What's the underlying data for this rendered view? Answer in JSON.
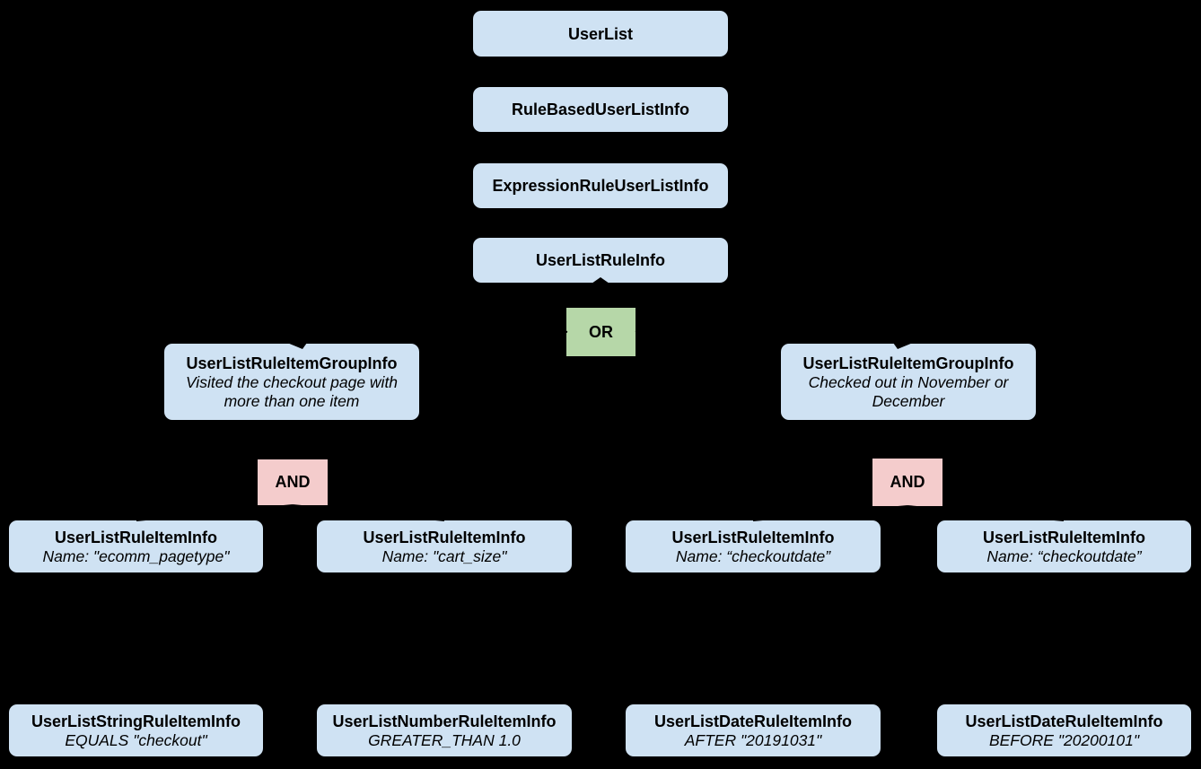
{
  "diagram": {
    "background_color": "#000000",
    "node_fill_color": "#cfe2f3",
    "or_fill_color": "#b6d7a8",
    "and_fill_color": "#f4cccc",
    "text_color": "#000000",
    "stack": [
      {
        "label": "UserList"
      },
      {
        "label": "RuleBasedUserListInfo"
      },
      {
        "label": "ExpressionRuleUserListInfo"
      },
      {
        "label": "UserListRuleInfo"
      }
    ],
    "or_operator": {
      "label": "OR"
    },
    "groups": [
      {
        "title": "UserListRuleItemGroupInfo",
        "subtitle": "Visited the checkout page with more than one item",
        "operator": "AND"
      },
      {
        "title": "UserListRuleItemGroupInfo",
        "subtitle": "Checked out in November or December",
        "operator": "AND"
      }
    ],
    "rule_items": [
      {
        "title": "UserListRuleItemInfo",
        "subtitle": "Name: \"ecomm_pagetype\""
      },
      {
        "title": "UserListRuleItemInfo",
        "subtitle": "Name: \"cart_size\""
      },
      {
        "title": "UserListRuleItemInfo",
        "subtitle": "Name: “checkoutdate”"
      },
      {
        "title": "UserListRuleItemInfo",
        "subtitle": "Name: “checkoutdate”"
      }
    ],
    "leaf_items": [
      {
        "title": "UserListStringRuleItemInfo",
        "subtitle": "EQUALS \"checkout\""
      },
      {
        "title": "UserListNumberRuleItemInfo",
        "subtitle": "GREATER_THAN 1.0"
      },
      {
        "title": "UserListDateRuleItemInfo",
        "subtitle": "AFTER \"20191031\""
      },
      {
        "title": "UserListDateRuleItemInfo",
        "subtitle": "BEFORE \"20200101\""
      }
    ]
  }
}
